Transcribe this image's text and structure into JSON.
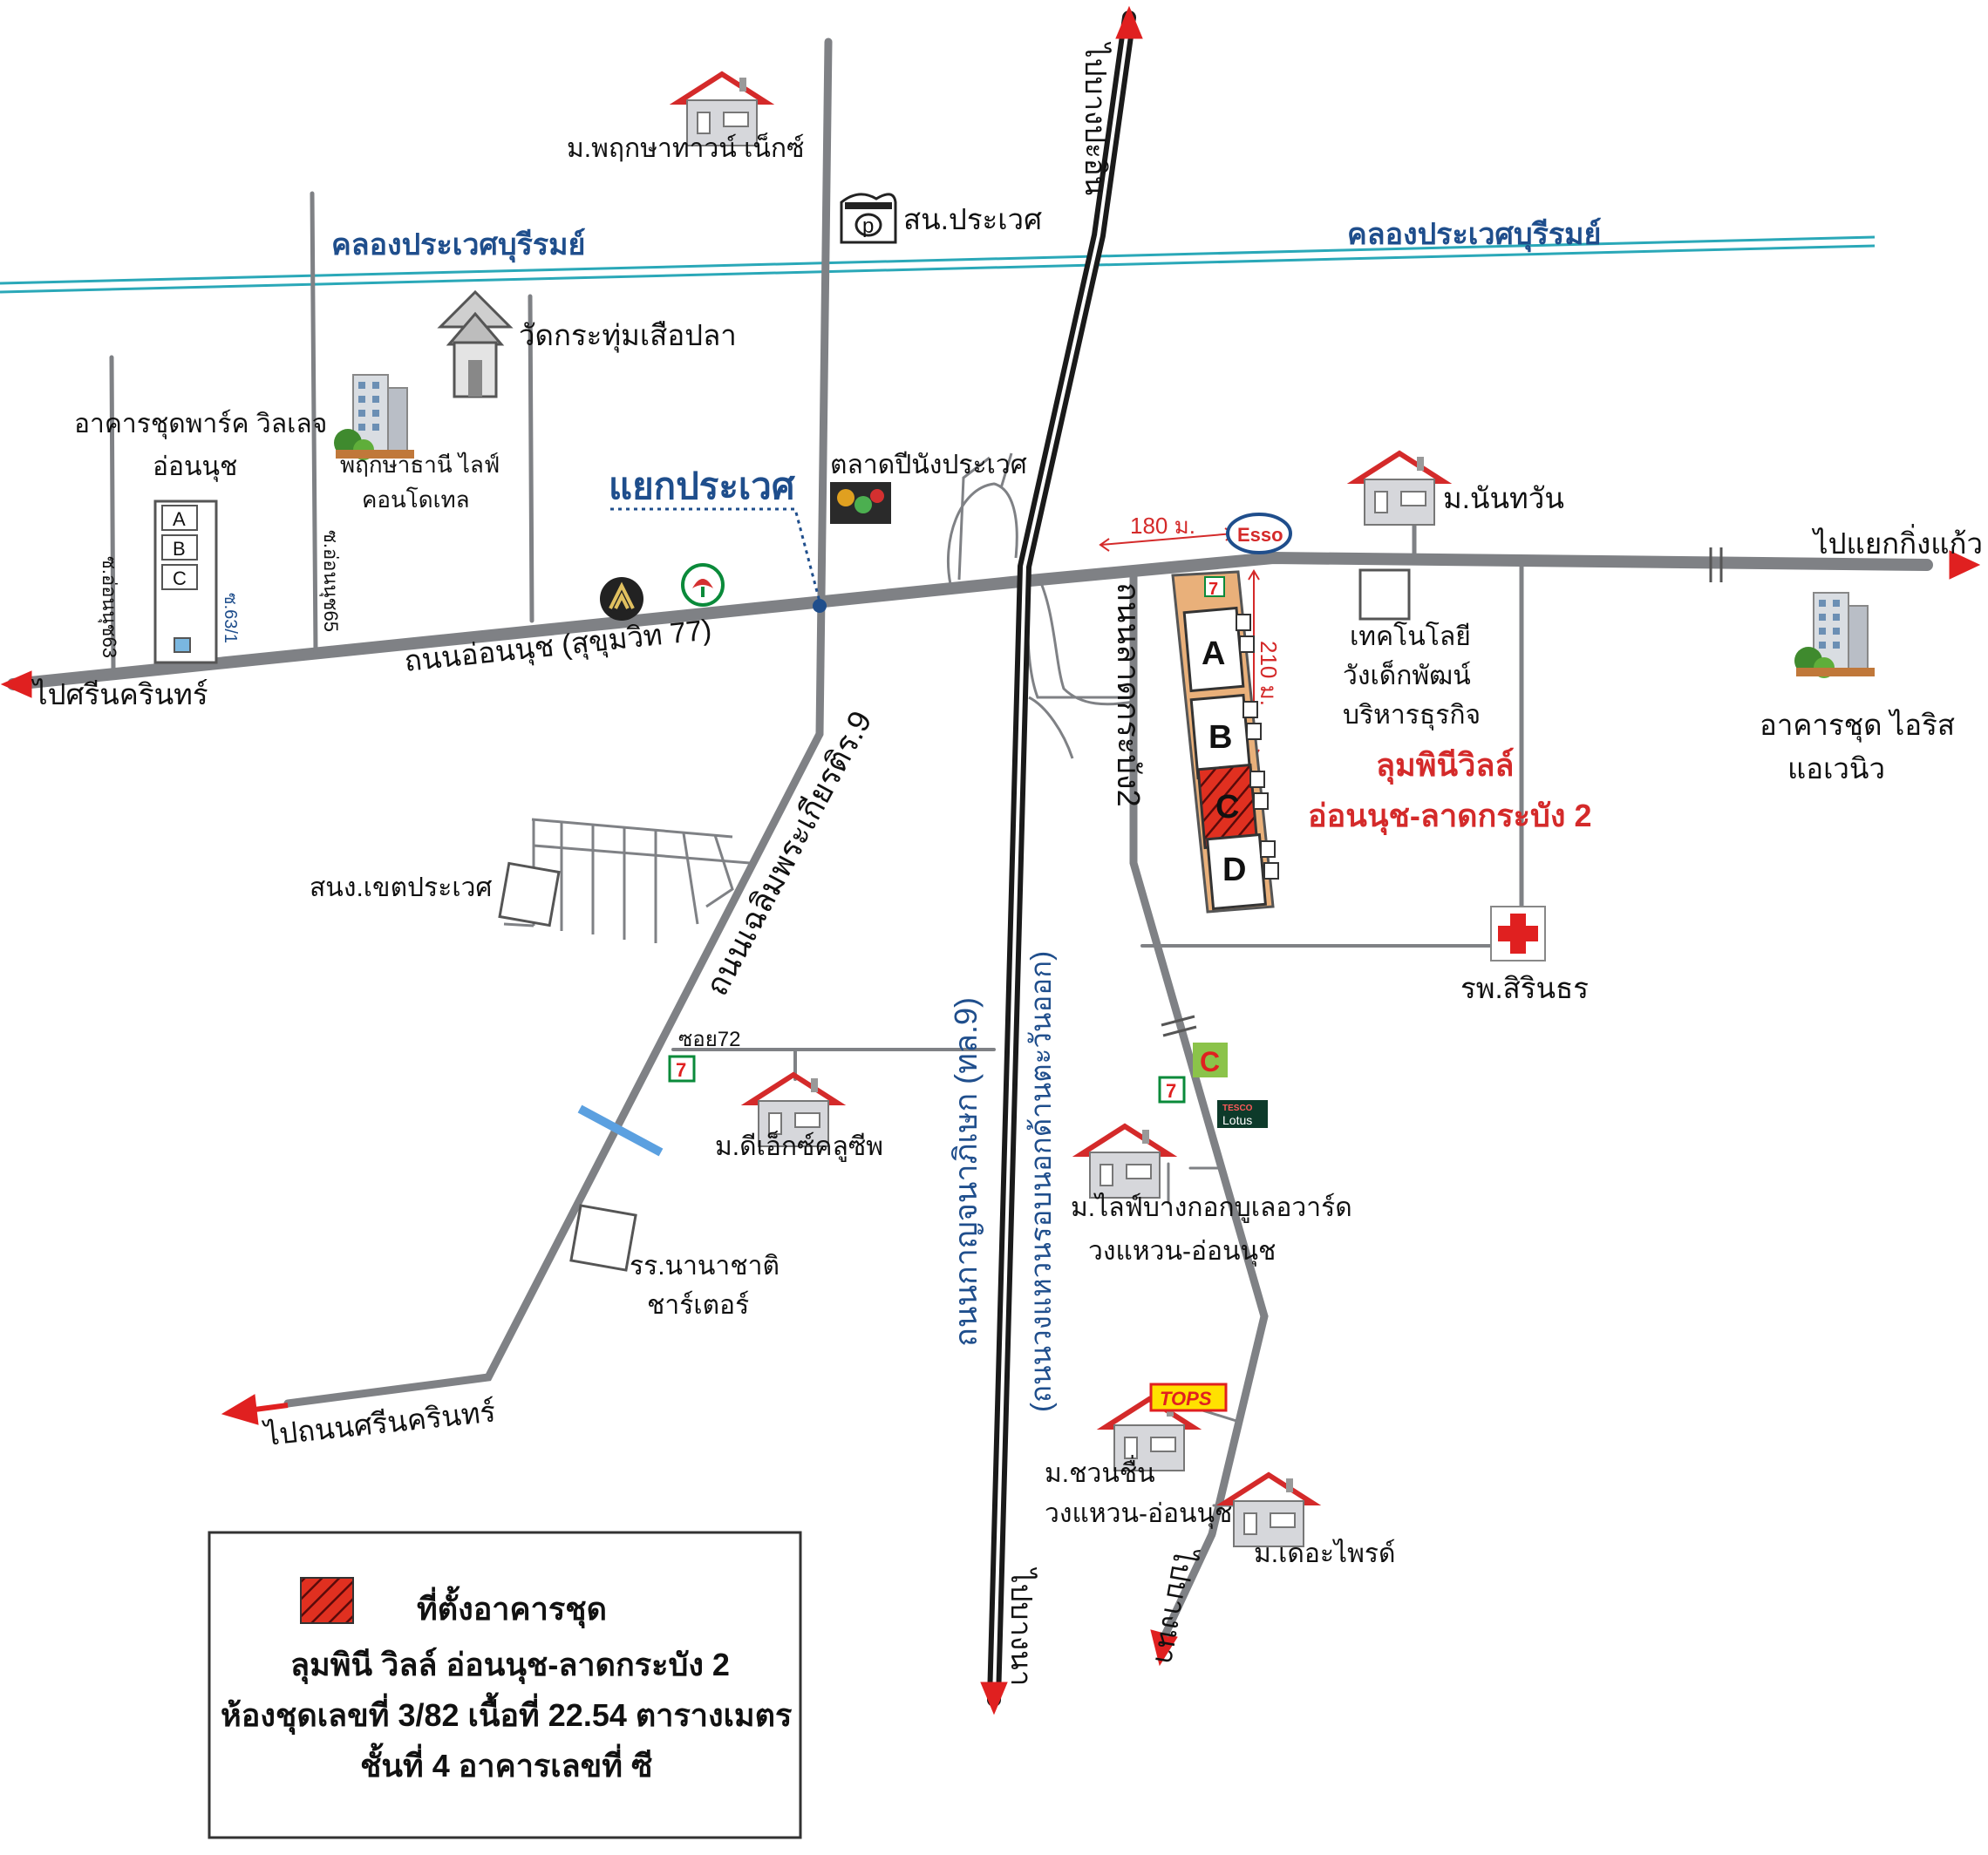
{
  "canal": {
    "label_left": "คลองประเวศบุรีรมย์",
    "label_right": "คลองประเวศบุรีรมย์"
  },
  "roads": {
    "main": "ถนนอ่อนนุช (สุขุมวิท 77)",
    "chalerm": "ถนนเฉลิมพระเกียรติร.9",
    "kanchana": "ถนนกาญจนาภิเษก (ทล.9)",
    "kanchana_sub": "(ถนนวงแหวนรอบนอกด้านตะวันออก)",
    "lat_krabang2": "ถนนลาดกระบัง2",
    "soi72": "ซอย72",
    "soi63": "ซ.อ่อนนุช63",
    "soi65": "ซ.อ่อนนุช65",
    "soi63_1": "ซ.63/1"
  },
  "directions": {
    "bang_pa_in": "ไปบางปะอิน",
    "srinakarin_left": "ไปศรีนครินทร์",
    "king_kaeo": "ไปแยกกิ่งแก้ว",
    "srinakarin_sw": "ไปถนนศรีนครินทร์",
    "bang_na_center": "ไปบางนา",
    "bang_na_right": "ไปบางนา"
  },
  "places": {
    "pruksa_town": "ม.พฤกษาทาวน์ เน็กซ์",
    "police": "สน.ประเวศ",
    "wat": "วัดกระทุ่มเสือปลา",
    "park_village_1": "อาคารชุดพาร์ค วิลเลจ",
    "park_village_2": "อ่อนนุช",
    "pruksa_thani_1": "พฤกษาธานี ไลฟ์",
    "pruksa_thani_2": "คอนโดเทล",
    "junction": "แยกประเวศ",
    "market": "ตลาดปีนังประเวศ",
    "nanthawan": "ม.นันทวัน",
    "tech_1": "เทคโนโลยี",
    "tech_2": "วังเด็กพัฒน์",
    "tech_3": "บริหารธุรกิจ",
    "iris_1": "อาคารชุด ไอริส",
    "iris_2": "แอเวนิว",
    "lumpini_1": "ลุมพินีวิลล์",
    "lumpini_2": "อ่อนนุช-ลาดกระบัง 2",
    "district_office": "สนง.เขตประเวศ",
    "hospital": "รพ.สิรินธร",
    "dx_cool": "ม.ดีเอ็กซ์คลูซีพ",
    "life_bkk_1": "ม.ไลฟ์บางกอกบูเลอวาร์ด",
    "life_bkk_2": "วงแหวน-อ่อนนุช",
    "school_1": "รร.นานาชาติ",
    "school_2": "ชาร์เตอร์",
    "chuan_chuen_1": "ม.ชวนชื่น",
    "chuan_chuen_2": "วงแหวน-อ่อนนุช",
    "the_pride": "ม.เดอะไพรด์"
  },
  "distances": {
    "east_west": "180 ม.",
    "north_south": "210 ม."
  },
  "buildings": [
    "A",
    "B",
    "C",
    "D"
  ],
  "small_buildings": [
    "A",
    "B",
    "C"
  ],
  "logos": {
    "esso": "Esso",
    "seven": "7",
    "tops": "TOPS",
    "tesco_1": "TESCO",
    "tesco_2": "Lotus",
    "big_c": "C",
    "police_sign": "p"
  },
  "legend": {
    "line1": "ที่ตั้งอาคารชุด",
    "line2": "ลุมพินี วิลล์ อ่อนนุช-ลาดกระบัง 2",
    "line3": "ห้องชุดเลขที่ 3/82  เนื้อที่ 22.54 ตารางเมตร",
    "line4": "ชั้นที่ 4  อาคารเลขที่ ซี"
  },
  "colors": {
    "road": "#7f8185",
    "canal": "#2aa8b8",
    "highway": "#1a1a1a",
    "arrow": "#e02020",
    "accent_blue": "#1f4e8c",
    "accent_red": "#d42a2a",
    "site": "#e9b07a"
  }
}
